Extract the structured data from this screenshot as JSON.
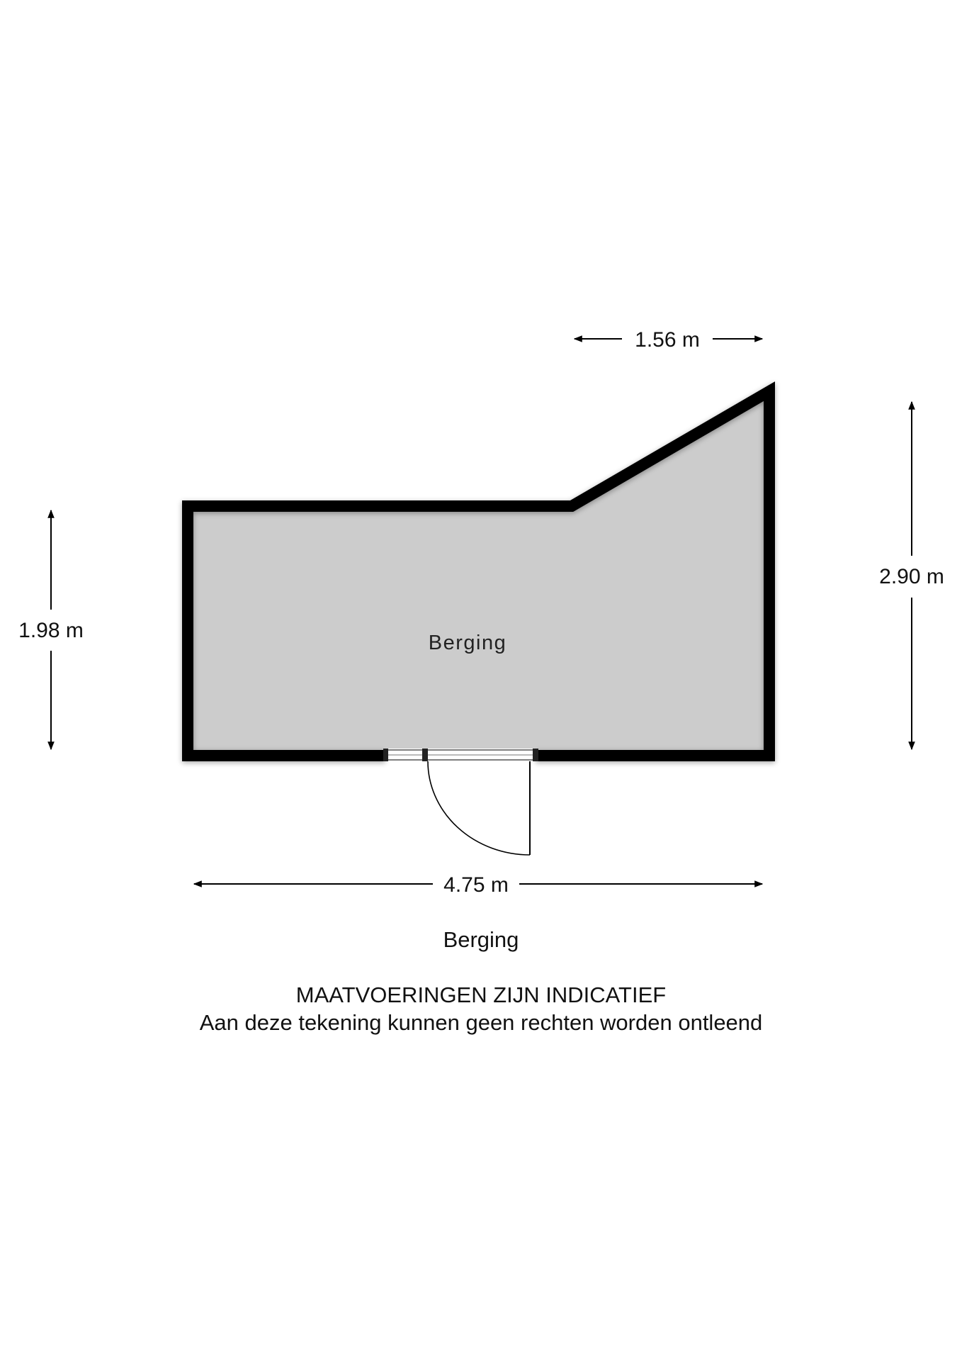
{
  "room": {
    "name": "Berging"
  },
  "dimensions": {
    "top": "1.56 m",
    "right": "2.90 m",
    "left": "1.98 m",
    "bottom": "4.75 m"
  },
  "plan_title": "Berging",
  "disclaimer": {
    "line1": "MAATVOERINGEN ZIJN INDICATIEF",
    "line2": "Aan deze tekening kunnen geen rechten worden ontleend"
  },
  "colors": {
    "wall": "#000000",
    "floor": "#cccccc",
    "background": "#ffffff"
  }
}
